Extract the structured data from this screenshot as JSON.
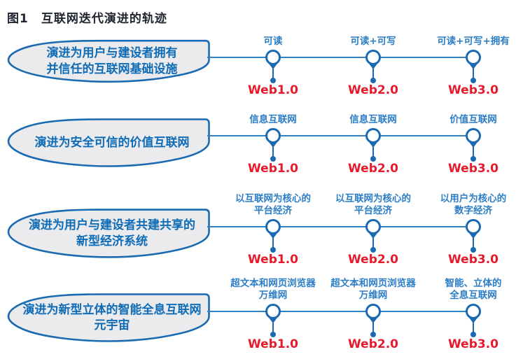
{
  "title": {
    "tag": "图1",
    "text": "互联网迭代演进的轨迹"
  },
  "colors": {
    "accent": "#1a6ab3",
    "line": "#2e82c6",
    "label": "#2b7ec5",
    "red": "#e8192b",
    "fill": "#ebebed",
    "title": "#1f2430",
    "bubbletext": "#0f6cb6"
  },
  "rows": [
    {
      "bubble": "演进为用户与建设者拥有\n并信任的互联网基础设施",
      "nodes": [
        {
          "label": "可读",
          "web": "Web1.0"
        },
        {
          "label": "可读+可写",
          "web": "Web2.0"
        },
        {
          "label": "可读+可写+拥有",
          "web": "Web3.0"
        }
      ]
    },
    {
      "bubble": "演进为安全可信的价值互联网",
      "nodes": [
        {
          "label": "信息互联网",
          "web": "Web1.0"
        },
        {
          "label": "信息互联网",
          "web": "Web2.0"
        },
        {
          "label": "价值互联网",
          "web": "Web3.0"
        }
      ]
    },
    {
      "bubble": "演进为用户与建设者共建共享的\n新型经济系统",
      "nodes": [
        {
          "label": "以互联网为核心的\n平台经济",
          "web": "Web1.0"
        },
        {
          "label": "以互联网为核心的\n平台经济",
          "web": "Web2.0"
        },
        {
          "label": "以用户为核心的\n数字经济",
          "web": "Web3.0"
        }
      ]
    },
    {
      "bubble": "演进为新型立体的智能全息互联网\n元宇宙",
      "nodes": [
        {
          "label": "超文本和网页浏览器\n万维网",
          "web": "Web1.0"
        },
        {
          "label": "超文本和网页浏览器\n万维网",
          "web": "Web2.0"
        },
        {
          "label": "智能、立体的\n全息互联网",
          "web": "Web3.0"
        }
      ]
    }
  ]
}
